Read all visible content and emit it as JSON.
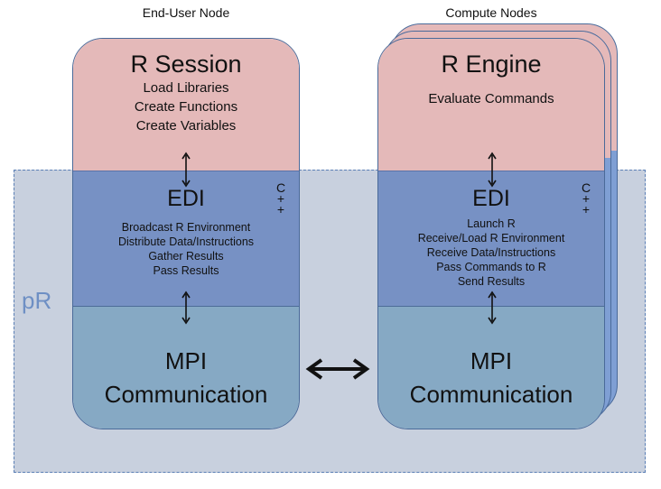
{
  "headers": {
    "left": "End-User Node",
    "right": "Compute Nodes"
  },
  "pr_label": "pR",
  "end_user": {
    "r_title": "R Session",
    "r_lines": [
      "Load Libraries",
      "Create Functions",
      "Create Variables"
    ],
    "edi_title": "EDI",
    "edi_lines": [
      "Broadcast R Environment",
      "Distribute Data/Instructions",
      "Gather Results",
      "Pass Results"
    ],
    "cpp": "C++",
    "mpi_lines": [
      "MPI",
      "Communication"
    ]
  },
  "compute": {
    "r_title": "R Engine",
    "r_lines": [
      "Evaluate Commands"
    ],
    "edi_title": "EDI",
    "edi_lines": [
      "Launch R",
      "Receive/Load R Environment",
      "Receive Data/Instructions",
      "Pass Commands to R",
      "Send Results"
    ],
    "cpp": "C++",
    "mpi_lines": [
      "MPI",
      "Communication"
    ]
  }
}
